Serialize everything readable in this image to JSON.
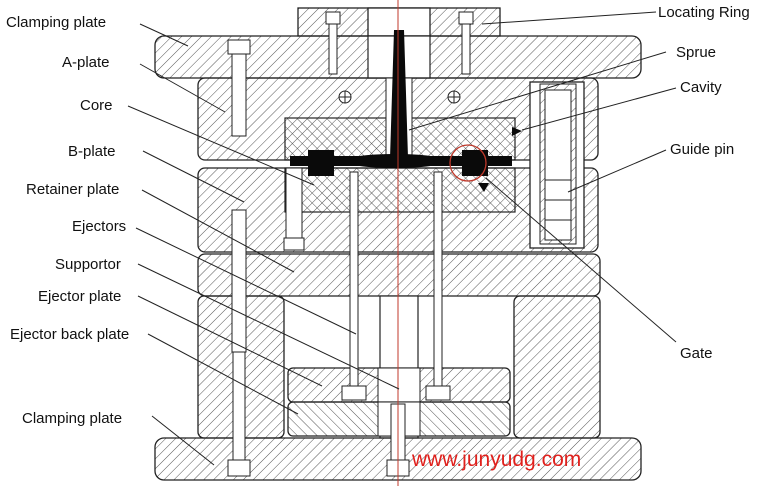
{
  "labels": {
    "clamping_plate_top": "Clamping plate",
    "a_plate": "A-plate",
    "core": "Core",
    "b_plate": "B-plate",
    "retainer_plate": "Retainer plate",
    "ejectors": "Ejectors",
    "supportor": "Supportor",
    "ejector_plate": "Ejector plate",
    "ejector_back_plate": "Ejector back plate",
    "clamping_plate_bottom": "Clamping plate",
    "locating_ring": "Locating Ring",
    "sprue": "Sprue",
    "cavity": "Cavity",
    "guide_pin": "Guide pin",
    "gate": "Gate"
  },
  "watermark": "www.junyudg.com",
  "colors": {
    "line": "#222222",
    "hatch": "#555555",
    "melt": "#0a0a0a",
    "centerline": "#c0392b",
    "watermark": "#e0201c"
  }
}
